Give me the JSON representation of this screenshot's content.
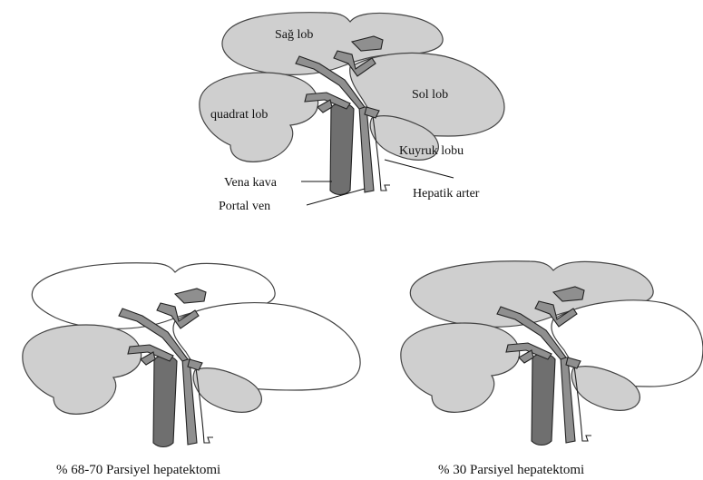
{
  "top_diagram": {
    "labels": {
      "right_lobe": "Sağ lob",
      "left_lobe": "Sol lob",
      "quadrate_lobe": "quadrat lob",
      "caudate_lobe": "Kuyruk lobu",
      "vena_cava": "Vena kava",
      "hepatic_artery": "Hepatik arter",
      "portal_vein": "Portal ven"
    }
  },
  "bottom_left": {
    "caption": "% 68-70 Parsiyel hepatektomi"
  },
  "bottom_right": {
    "caption": "% 30 Parsiyel hepatektomi"
  },
  "colors": {
    "lobe_fill": "#cfcfcf",
    "removed_lobe_fill": "#ffffff",
    "vessel_fill": "#8a8a8a",
    "vena_cava_fill": "#6f6f6f"
  }
}
